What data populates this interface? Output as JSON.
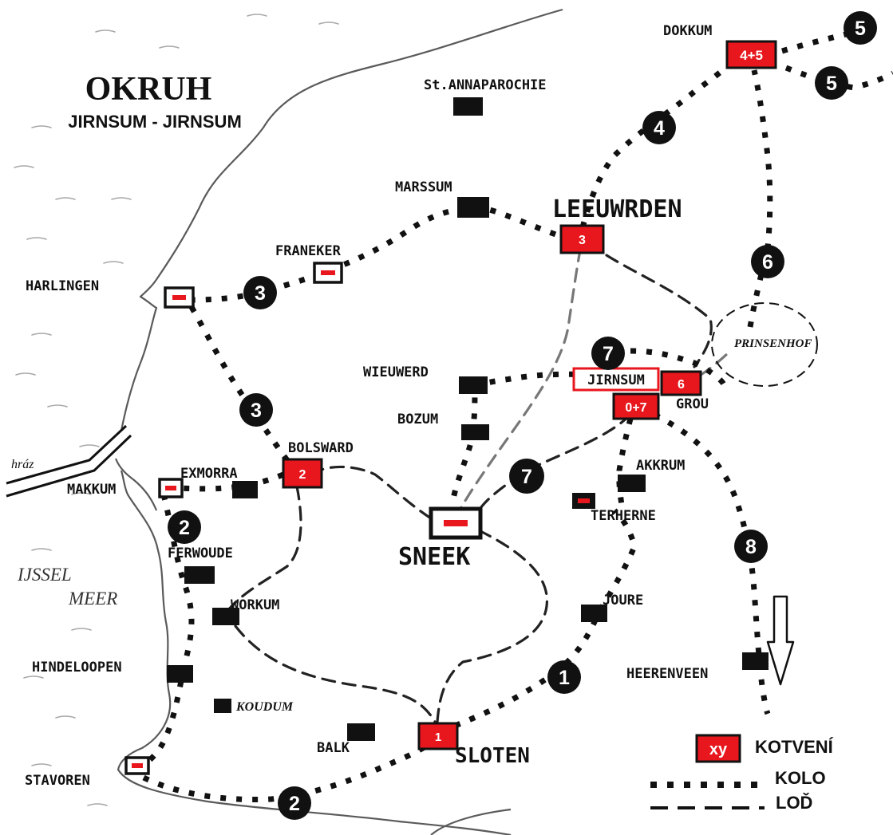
{
  "map": {
    "title": "OKRUH",
    "subtitle": "JIRNSUM - JIRNSUM",
    "water_label_line1": "IJSSEL",
    "water_label_line2": "MEER",
    "dam_label": "hráz",
    "colors": {
      "anchor_red": "#e8161d",
      "marker_black": "#111111",
      "route_gray": "#555555"
    }
  },
  "places": {
    "dokkum": "DOKKUM",
    "annaparochie": "St.ANNAPAROCHIE",
    "marssum": "MARSSUM",
    "leeuwarden": "LEEUWRDEN",
    "franeker": "FRANEKER",
    "harlingen": "HARLINGEN",
    "prinsenhof": "PRINSENHOF",
    "wieuwerd": "WIEUWERD",
    "jirnsum": "JIRNSUM",
    "grou": "GROU",
    "bozum": "BOZUM",
    "bolsward": "BOLSWARD",
    "exmorra": "EXMORRA",
    "makkum": "MAKKUM",
    "akkrum": "AKKRUM",
    "terherne": "TERHERNE",
    "sneek": "SNEEK",
    "ferwoude": "FERWOUDE",
    "workum": "WORKUM",
    "joure": "JOURE",
    "heerenveen": "HEERENVEEN",
    "hindeloopen": "HINDELOOPEN",
    "koudum": "KOUDUM",
    "balk": "BALK",
    "sloten": "SLOTEN",
    "stavoren": "STAVOREN"
  },
  "anchors": {
    "dokkum": "4+5",
    "leeuwarden": "3",
    "jirnsum": "6",
    "grou": "0+7",
    "bolsward": "2",
    "sloten": "1"
  },
  "stages": {
    "s5a": "5",
    "s5b": "5",
    "s4": "4",
    "s6": "6",
    "s3a": "3",
    "s7a": "7",
    "s3b": "3",
    "s7b": "7",
    "s2a": "2",
    "s8": "8",
    "s1": "1",
    "s2b": "2"
  },
  "legend": {
    "anchor_sample": "xy",
    "anchor": "KOTVENÍ",
    "bike": "KOLO",
    "boat": "LOĎ"
  }
}
